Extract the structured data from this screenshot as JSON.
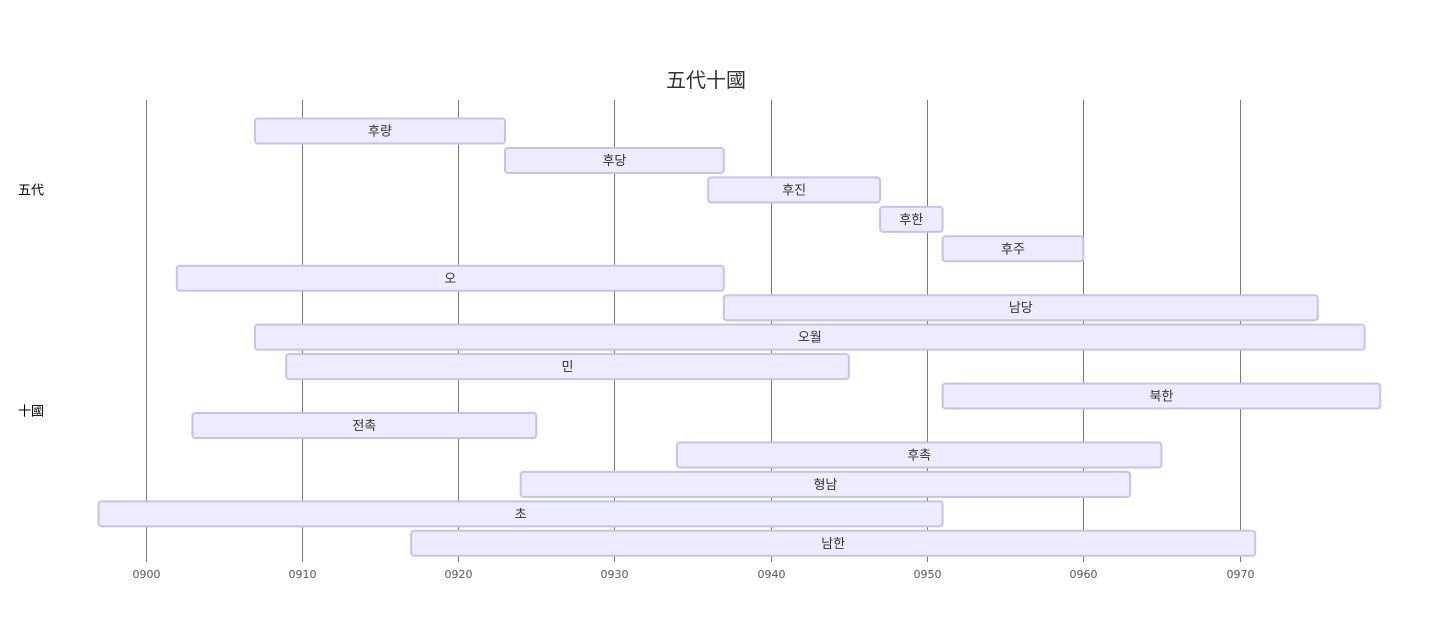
{
  "chart_data": {
    "type": "gantt",
    "title": "五代十國",
    "x_ticks": [
      "0900",
      "0910",
      "0920",
      "0930",
      "0940",
      "0950",
      "0960",
      "0970"
    ],
    "x_range": [
      900,
      970
    ],
    "grid": true,
    "colors": {
      "bar_fill": "#ececfe",
      "bar_stroke": "#c4c4e6",
      "grid": "#777777",
      "text": "#333333"
    },
    "sections": [
      {
        "name": "五代",
        "tasks": [
          {
            "label": "후량",
            "start": 907,
            "end": 923
          },
          {
            "label": "후당",
            "start": 923,
            "end": 937
          },
          {
            "label": "후진",
            "start": 936,
            "end": 947
          },
          {
            "label": "후한",
            "start": 947,
            "end": 951
          },
          {
            "label": "후주",
            "start": 951,
            "end": 960
          }
        ]
      },
      {
        "name": "十國",
        "tasks": [
          {
            "label": "오",
            "start": 902,
            "end": 937
          },
          {
            "label": "남당",
            "start": 937,
            "end": 975
          },
          {
            "label": "오월",
            "start": 907,
            "end": 978
          },
          {
            "label": "민",
            "start": 909,
            "end": 945
          },
          {
            "label": "북한",
            "start": 951,
            "end": 979
          },
          {
            "label": "전촉",
            "start": 903,
            "end": 925
          },
          {
            "label": "후촉",
            "start": 934,
            "end": 965
          },
          {
            "label": "형남",
            "start": 924,
            "end": 963
          },
          {
            "label": "초",
            "start": 897,
            "end": 951
          },
          {
            "label": "남한",
            "start": 917,
            "end": 971
          }
        ]
      }
    ]
  }
}
